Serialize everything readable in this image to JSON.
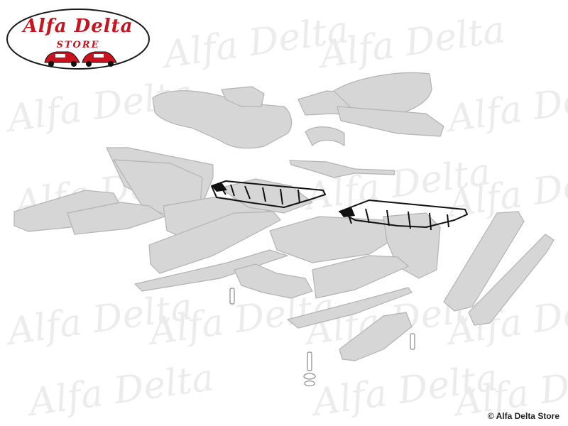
{
  "logo": {
    "title": "Alfa Delta",
    "subtitle": "STORE",
    "brand_color": "#c8141e"
  },
  "watermark": {
    "text": "Alfa Delta",
    "color": "#ececec"
  },
  "diagram": {
    "part_fill": "#d6d6d6",
    "part_stroke": "#b8b8b8",
    "highlight_color": "#111111"
  },
  "footer": {
    "copyright": "© Alfa Delta Store"
  }
}
